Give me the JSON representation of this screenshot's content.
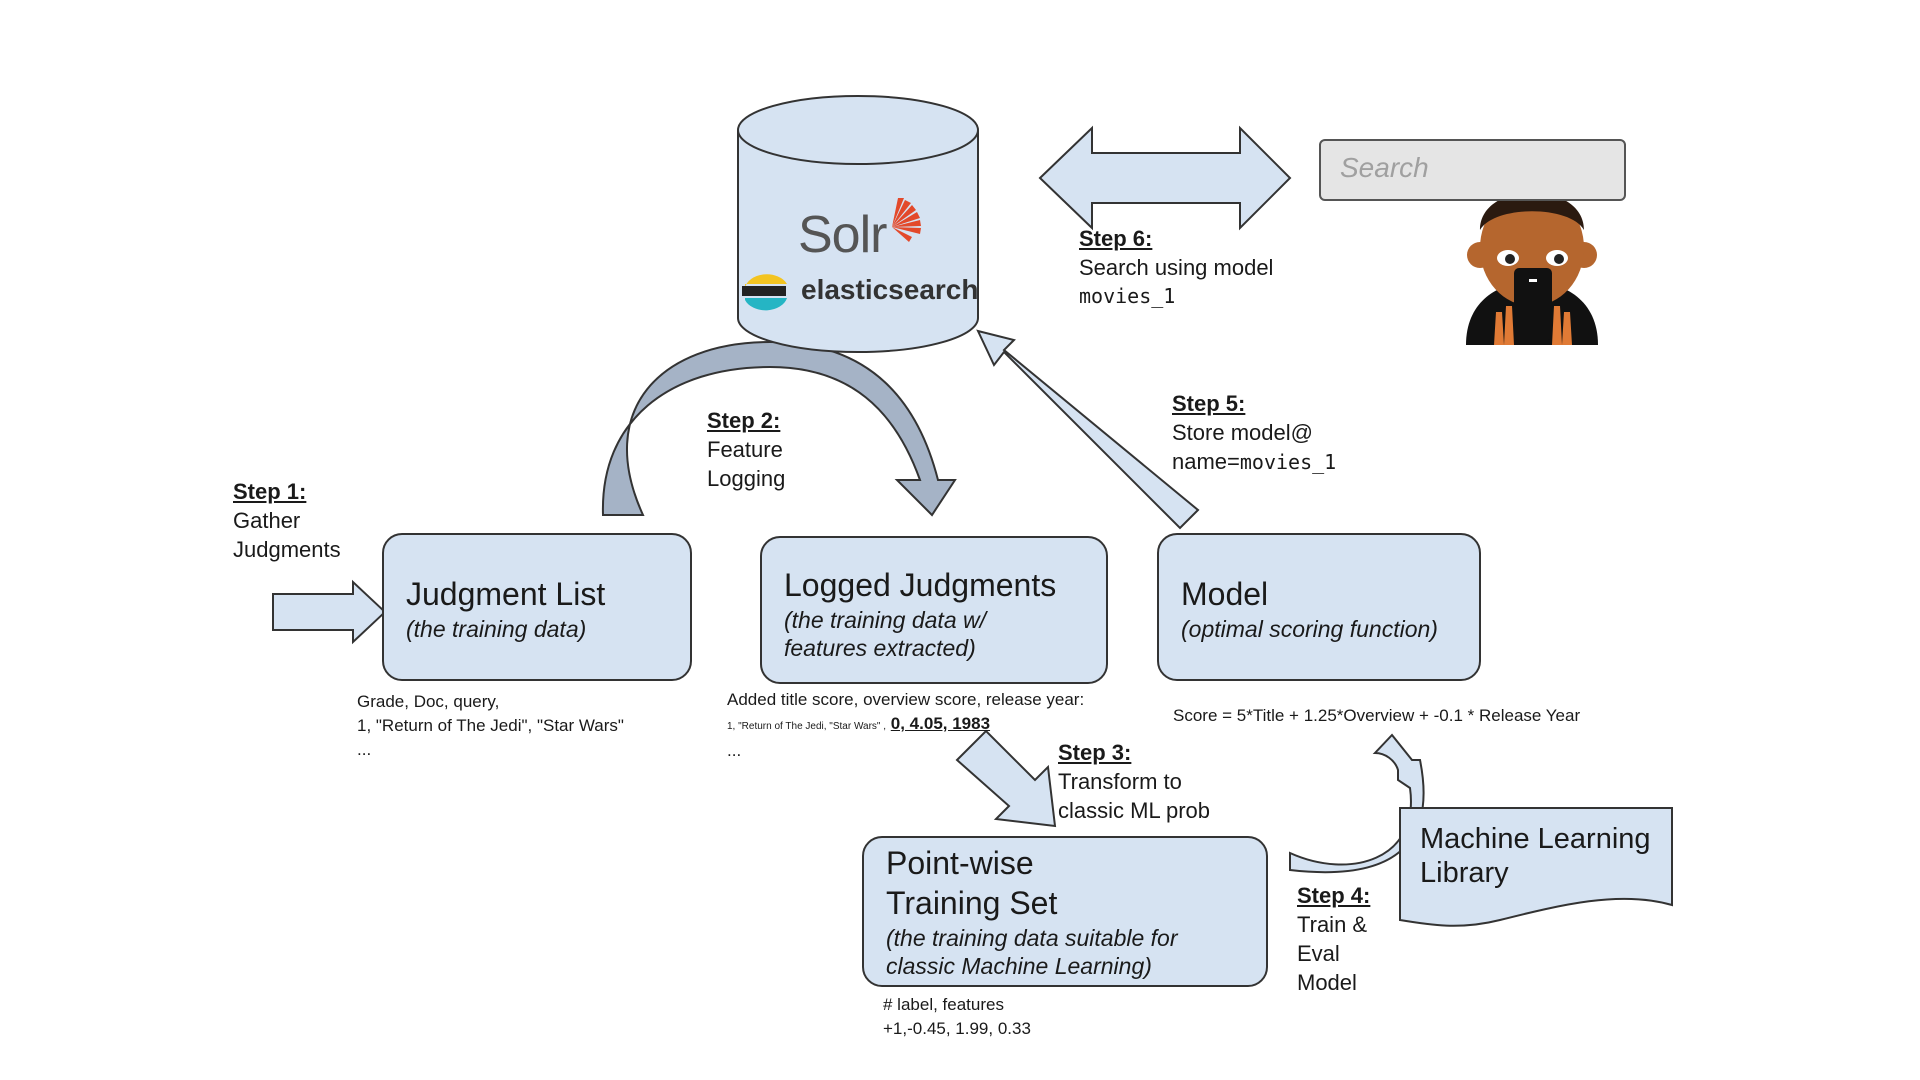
{
  "colors": {
    "box_fill": "#d6e3f2",
    "arrow_fill": "#d6e3f2",
    "arc_fill": "#a5b3c6",
    "outline": "#333333",
    "solr_orange": "#e3492b",
    "elastic_yellow": "#f3c421",
    "elastic_teal": "#25b5c4",
    "skin": "#b5662e"
  },
  "database": {
    "solr_logo": "Solr",
    "elastic_logo": "elasticsearch"
  },
  "search": {
    "placeholder": "Search",
    "icon": "search-icon"
  },
  "steps": {
    "step1": {
      "head": "Step 1:",
      "lines": [
        "Gather",
        "Judgments"
      ]
    },
    "step2": {
      "head": "Step 2:",
      "lines": [
        "Feature",
        "Logging"
      ]
    },
    "step3": {
      "head": "Step 3:",
      "lines": [
        "Transform to",
        "classic ML prob"
      ]
    },
    "step4": {
      "head": "Step 4:",
      "lines": [
        "Train &",
        "Eval",
        "Model"
      ]
    },
    "step5": {
      "head": "Step 5:",
      "line1": "Store model@",
      "line2_prefix": "name=",
      "line2_code": "movies_1"
    },
    "step6": {
      "head": "Step 6:",
      "line1": "Search using model",
      "code": "movies_1"
    }
  },
  "boxes": {
    "judgment_list": {
      "title": "Judgment List",
      "subtitle": "(the training data)"
    },
    "logged_judgments": {
      "title": "Logged Judgments",
      "subtitle_lines": [
        "(the training data w/",
        "features extracted)"
      ]
    },
    "model": {
      "title": "Model",
      "subtitle": "(optimal scoring function)"
    },
    "training_set": {
      "title_lines": [
        "Point-wise",
        "Training Set"
      ],
      "subtitle_lines": [
        "(the training data suitable for",
        "classic Machine Learning)"
      ]
    },
    "ml_library": {
      "title_lines": [
        "Machine Learning",
        "Library"
      ]
    }
  },
  "notes": {
    "judgment_list": [
      "Grade, Doc, query,",
      "1, \"Return of The Jedi\", \"Star Wars\"",
      "..."
    ],
    "logged": {
      "line1": "Added title score, overview score, release year:",
      "line2_small": "1, \"Return of The Jedi, \"Star Wars\" ,",
      "line2_values": "0, 4.05, 1983",
      "line3": "..."
    },
    "model_formula": "Score = 5*Title + 1.25*Overview + -0.1 * Release Year",
    "training_set": [
      "# label, features",
      "+1,-0.45, 1.99, 0.33"
    ]
  }
}
